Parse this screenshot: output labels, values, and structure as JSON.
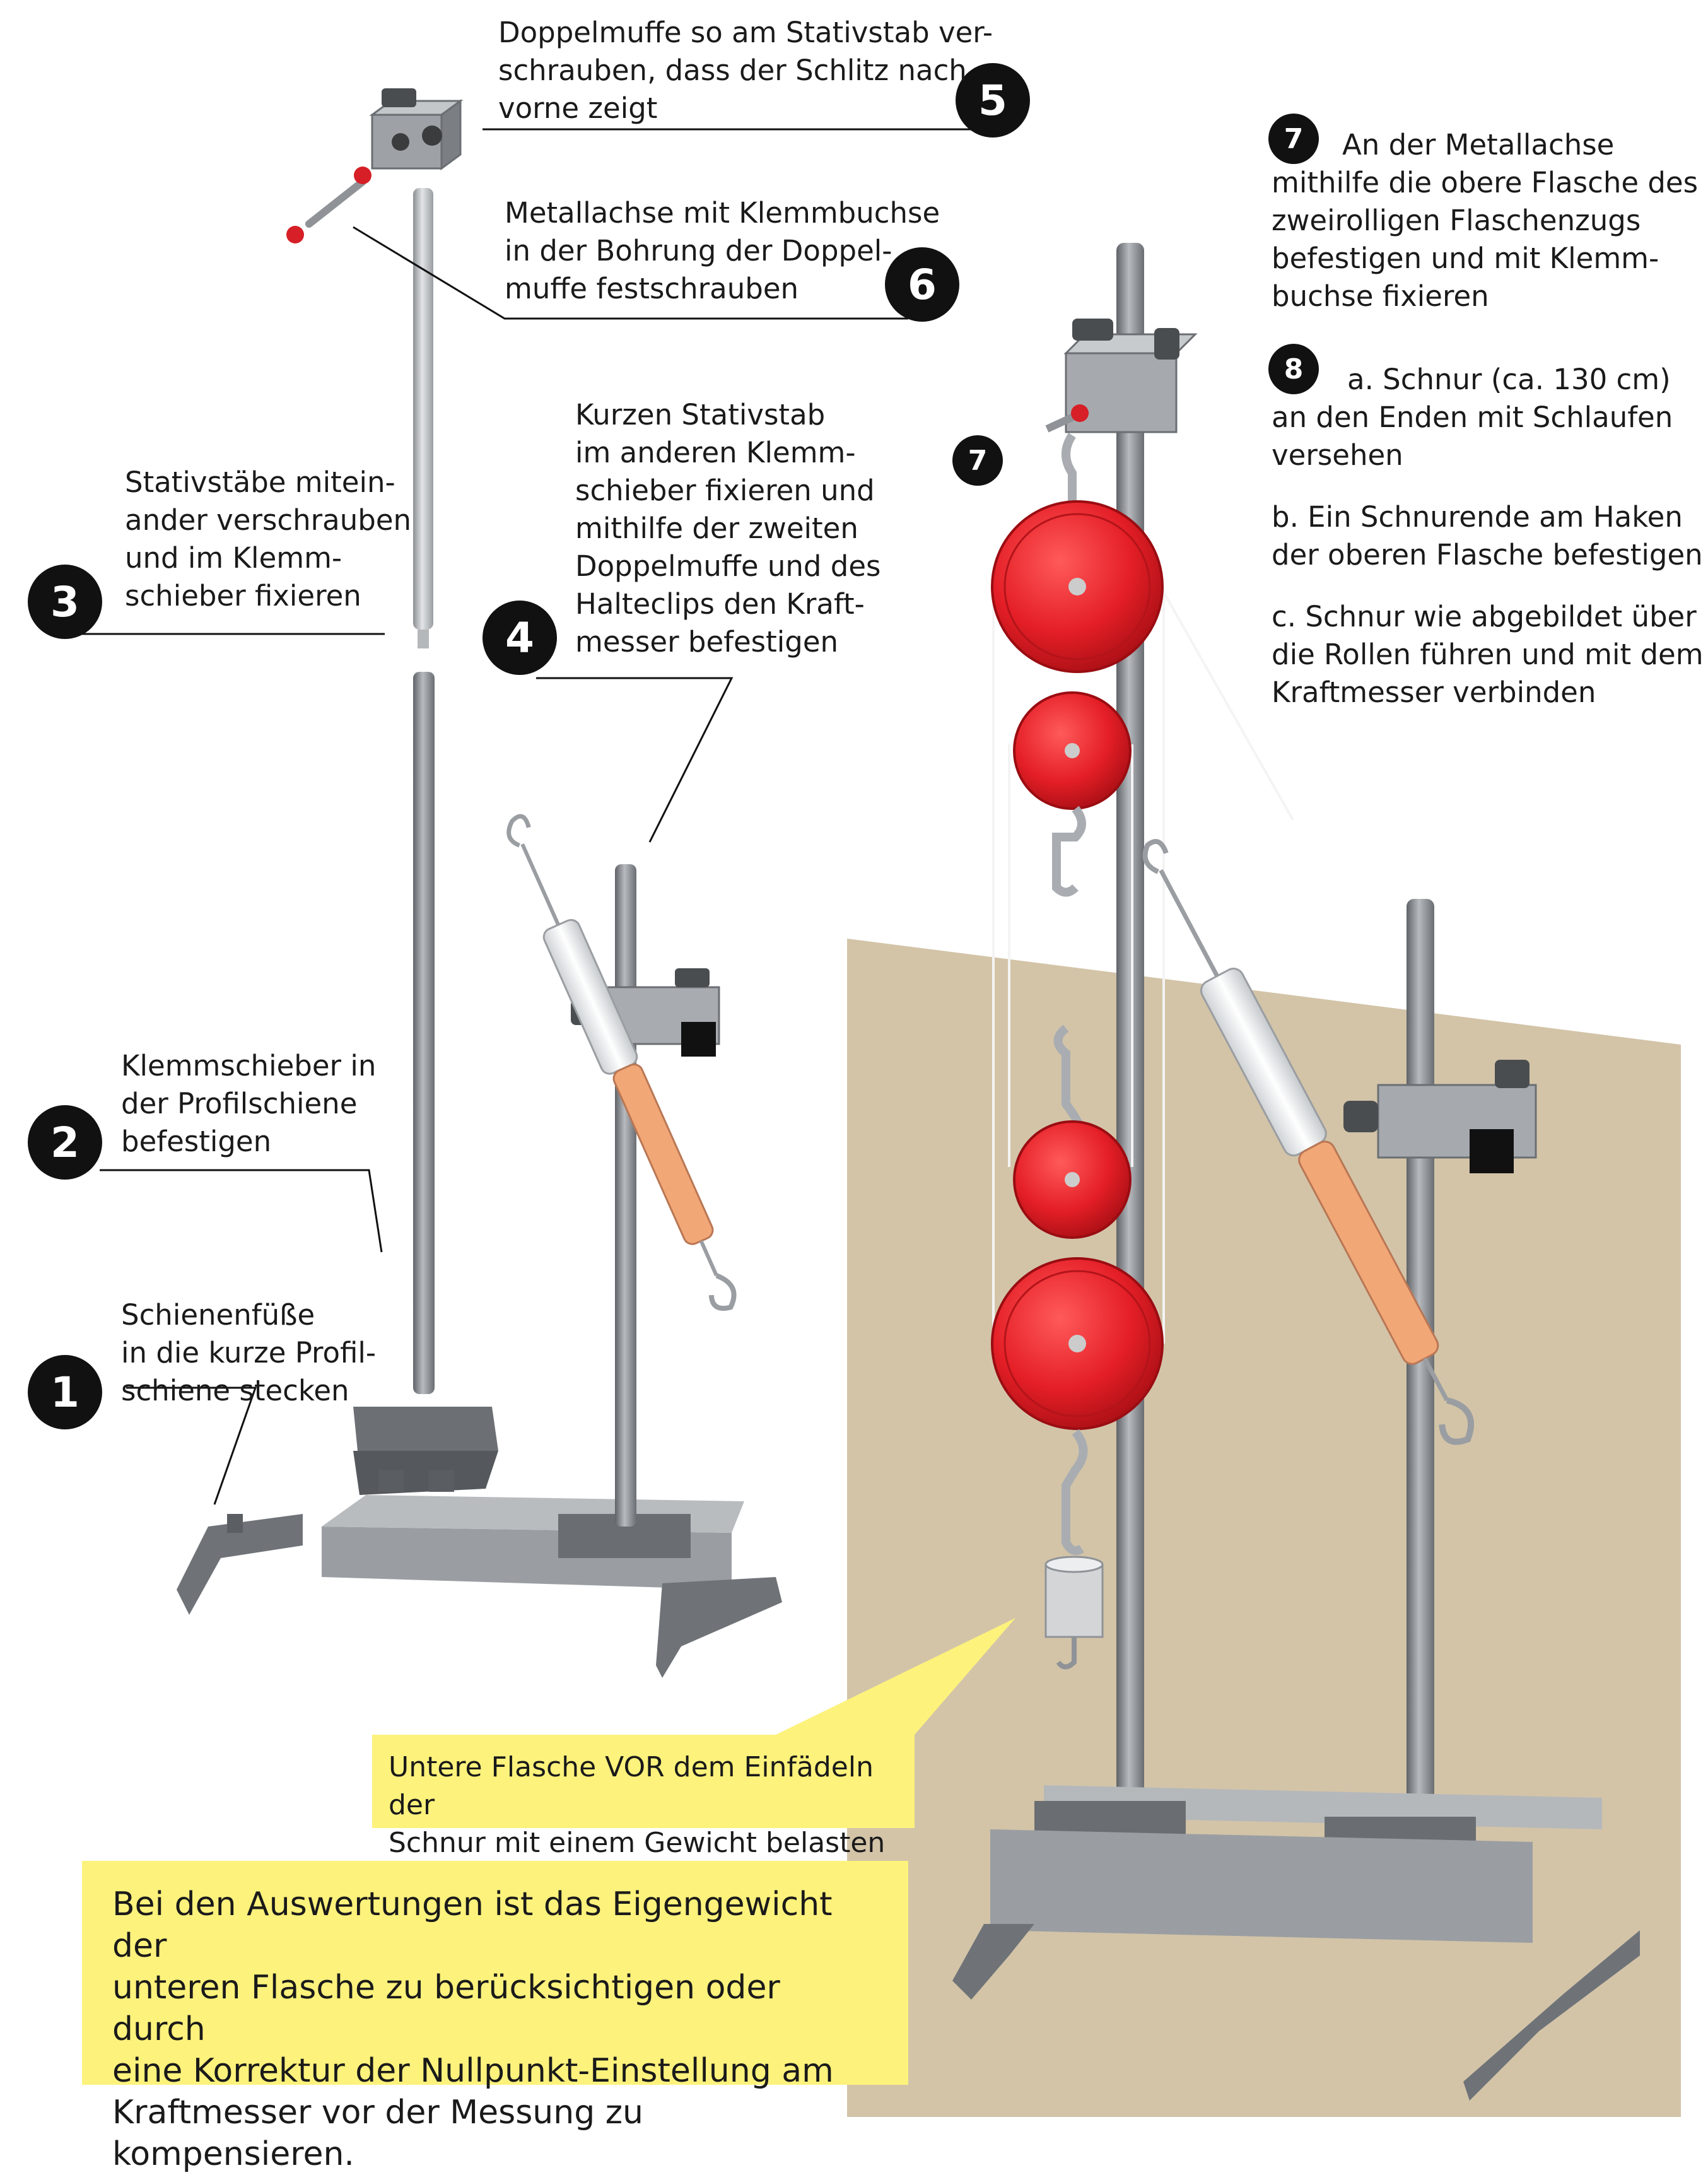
{
  "steps": [
    {
      "number": "1",
      "lines": [
        "Schienenfüße",
        "in die kurze Profil-",
        "schiene stecken"
      ]
    },
    {
      "number": "2",
      "lines": [
        "Klemmschieber in",
        "der Profilschiene",
        "befestigen"
      ]
    },
    {
      "number": "3",
      "lines": [
        "Stativstäbe mitein-",
        "ander verschrauben",
        "und im Klemm-",
        "schieber fixieren"
      ]
    },
    {
      "number": "4",
      "lines": [
        "Kurzen Stativstab",
        "im anderen Klemm-",
        "schieber fixieren und",
        "mithilfe der zweiten",
        "Doppelmuffe und des",
        "Halteclips den Kraft-",
        "messer befestigen"
      ]
    },
    {
      "number": "5",
      "lines": [
        "Doppelmuffe so am Stativstab ver-",
        "schrauben, dass der Schlitz nach",
        "vorne zeigt"
      ]
    },
    {
      "number": "6",
      "lines": [
        "Metallachse mit Klemmbuchse",
        "in der Bohrung der Doppel-",
        "muffe festschrauben"
      ]
    },
    {
      "number": "7",
      "lines": [
        "An der Metallachse",
        "mithilfe die obere Flasche des",
        "zweirolligen Flaschenzugs",
        "befestigen und mit Klemm-",
        "buchse fixieren"
      ]
    },
    {
      "number": "8",
      "lines": [
        "a. Schnur (ca. 130 cm)",
        "an den Enden mit Schlaufen",
        "versehen"
      ],
      "b_lines": [
        "b. Ein Schnurende am Haken",
        "der oberen Flasche befestigen"
      ],
      "c_lines": [
        "c.  Schnur wie abgebildet über",
        "die Rollen führen und mit dem",
        "Kraftmesser verbinden"
      ]
    }
  ],
  "diagram_marker_7": "7",
  "callout": {
    "lines": [
      "Untere Flasche VOR dem Einfädeln der",
      "Schnur mit einem Gewicht belasten"
    ]
  },
  "note": {
    "lines": [
      "Bei den Auswertungen ist das Eigengewicht der",
      "unteren Flasche zu berücksichtigen oder durch",
      "eine Korrektur der Nullpunkt-Einstellung am",
      "Kraftmesser vor der Messung zu kompensieren."
    ]
  },
  "colors": {
    "highlight": "#fdf27c",
    "wall": "#d3c4a8",
    "pulley": "#e41e26",
    "metal": "#8c8f93",
    "badge": "#111111",
    "spring": "#f2a777"
  }
}
